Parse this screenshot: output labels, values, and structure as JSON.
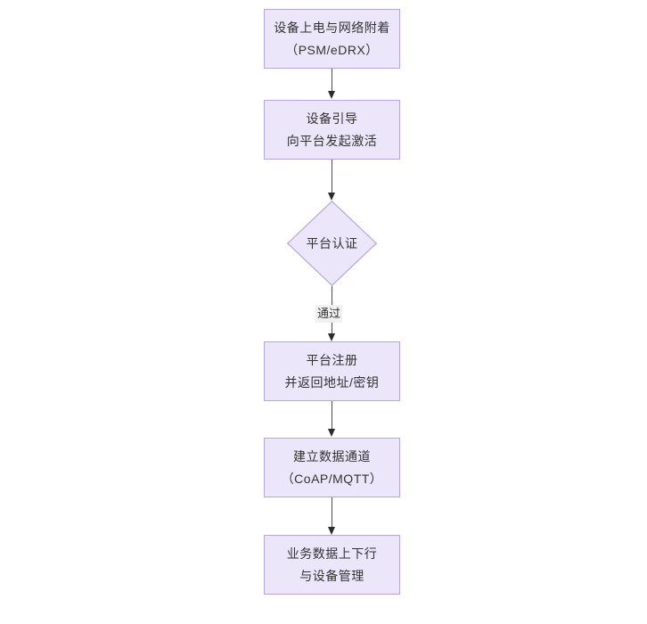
{
  "diagram": {
    "type": "flowchart",
    "orientation": "top-to-bottom",
    "background_color": "#ffffff",
    "node_fill_color": "#ebe6f9",
    "node_border_color": "#b9a5dc",
    "text_color": "#333333",
    "edge_color": "#4d4d4d",
    "nodes": [
      {
        "id": "n1",
        "shape": "rectangle",
        "lines": [
          "设备上电与网络附着",
          "（PSM/eDRX）"
        ]
      },
      {
        "id": "n2",
        "shape": "rectangle",
        "lines": [
          "设备引导",
          "向平台发起激活"
        ]
      },
      {
        "id": "n3",
        "shape": "diamond",
        "lines": [
          "平台认证"
        ]
      },
      {
        "id": "n4",
        "shape": "rectangle",
        "lines": [
          "平台注册",
          "并返回地址/密钥"
        ]
      },
      {
        "id": "n5",
        "shape": "rectangle",
        "lines": [
          "建立数据通道",
          "（CoAP/MQTT）"
        ]
      },
      {
        "id": "n6",
        "shape": "rectangle",
        "lines": [
          "业务数据上下行",
          "与设备管理"
        ]
      }
    ],
    "edges": [
      {
        "from": "n1",
        "to": "n2",
        "label": ""
      },
      {
        "from": "n2",
        "to": "n3",
        "label": ""
      },
      {
        "from": "n3",
        "to": "n4",
        "label": "通过"
      },
      {
        "from": "n4",
        "to": "n5",
        "label": ""
      },
      {
        "from": "n5",
        "to": "n6",
        "label": ""
      }
    ]
  }
}
